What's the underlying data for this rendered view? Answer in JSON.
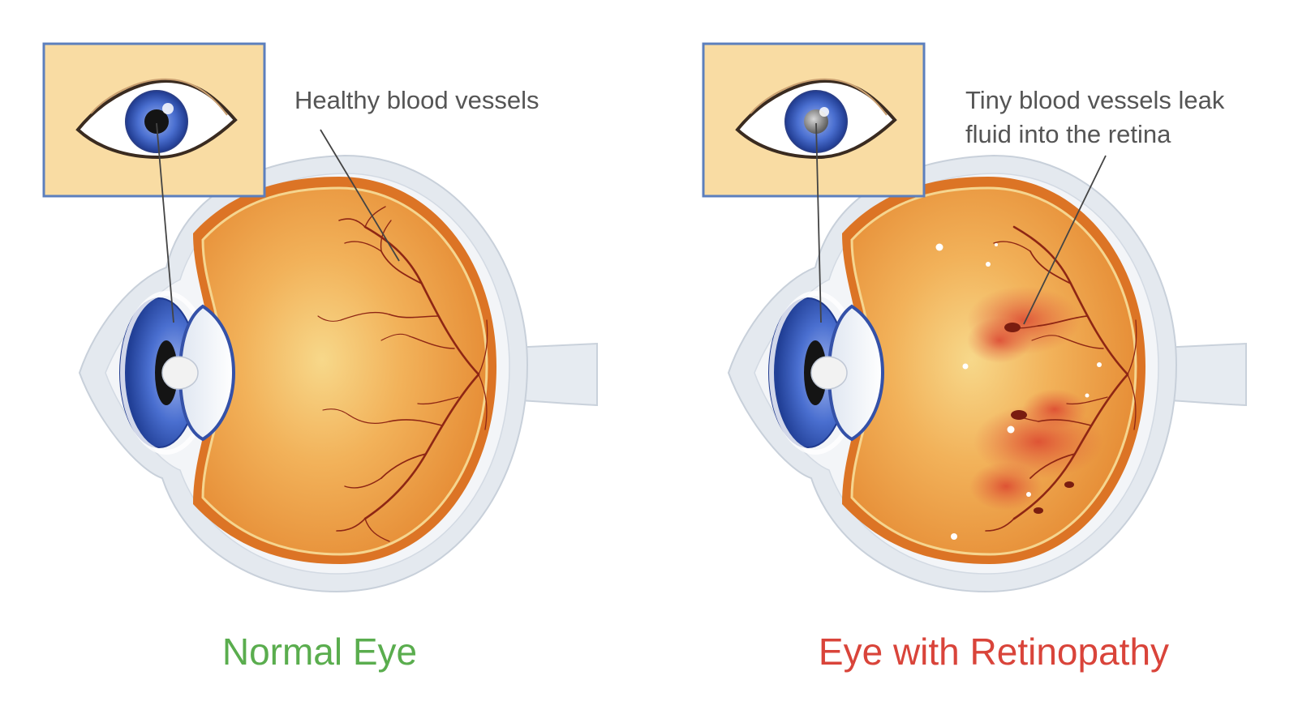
{
  "panels": [
    {
      "id": "normal",
      "title": "Normal Eye",
      "callout": [
        "Healthy blood vessels"
      ],
      "title_color": "#5aad4e",
      "pupil_color": "#141414"
    },
    {
      "id": "retinopathy",
      "title": "Eye with Retinopathy",
      "callout": [
        "Tiny blood vessels leak",
        "fluid into the retina"
      ],
      "title_color": "#d9443a",
      "pupil_color": "#8a8a8a"
    }
  ],
  "colors": {
    "sclera_outer": "#e4e9ef",
    "sclera_inner": "#f3f5f8",
    "retina": "#e07b2a",
    "fundus": "#f2a84a",
    "macula_glow": "#f7d88a",
    "vessel": "#8e2614",
    "iris": "#4a6fd0",
    "inset_bg": "#f9dca3",
    "inset_border": "#5c7fbd",
    "hemorrhage": "#d8362a",
    "exudate": "#ffffff",
    "leader_line": "#444444"
  }
}
